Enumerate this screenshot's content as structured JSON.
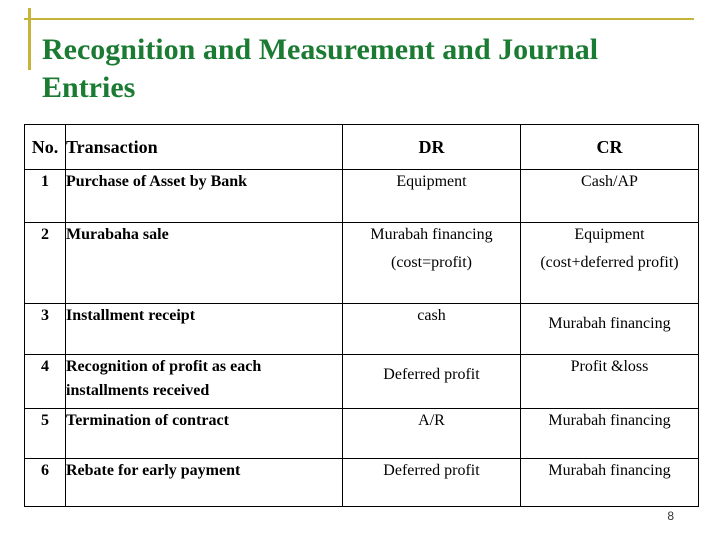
{
  "title": "Recognition and Measurement and Journal Entries",
  "table": {
    "headers": {
      "no": "No.",
      "transaction": "Transaction",
      "dr": "DR",
      "cr": "CR"
    },
    "rows": [
      {
        "no": "1",
        "transaction": "Purchase of Asset by Bank",
        "dr": "Equipment",
        "cr": "Cash/AP"
      },
      {
        "no": "2",
        "transaction": "Murabaha sale",
        "dr": "Murabah financing",
        "dr_note": "(cost=profit)",
        "cr": "Equipment",
        "cr_note": "(cost+deferred profit)"
      },
      {
        "no": "3",
        "transaction": "Installment receipt",
        "dr": "cash",
        "cr": "Murabah financing"
      },
      {
        "no": "4",
        "transaction": "Recognition of profit as each installments received",
        "dr": "Deferred profit",
        "cr": "Profit &loss"
      },
      {
        "no": "5",
        "transaction": "Termination of contract",
        "dr": "A/R",
        "cr": "Murabah financing"
      },
      {
        "no": "6",
        "transaction": "Rebate for early payment",
        "dr": "Deferred profit",
        "cr": "Murabah financing"
      }
    ]
  },
  "slide_number": "8",
  "colors": {
    "title": "#1b7b33",
    "accent_rule": "#c5b33a"
  }
}
